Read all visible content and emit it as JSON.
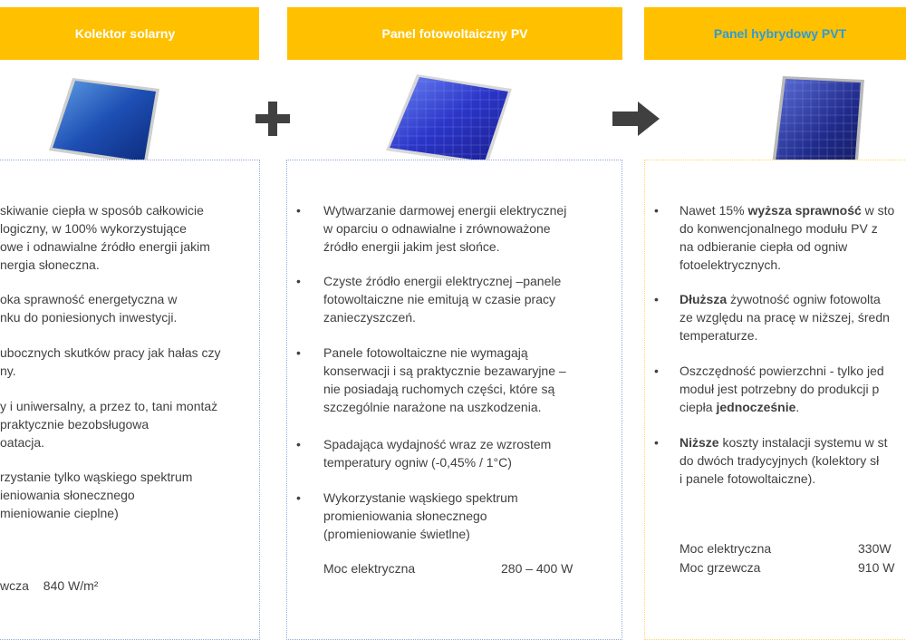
{
  "columns": [
    {
      "title": "Kolektor solarny",
      "items": [
        [
          "skiwanie ciepła w sposób całkowicie",
          "logiczny, w 100% wykorzystujące",
          "owe i odnawialne źródło energii jakim",
          "nergia słoneczna."
        ],
        [
          "oka sprawność energetyczna w",
          "nku do poniesionych inwestycji."
        ],
        [
          "ubocznych skutków pracy jak hałas czy",
          "ny."
        ],
        [
          "y i uniwersalny, a przez to, tani montaż",
          "praktycznie bezobsługowa",
          "oatacja."
        ],
        [
          "rzystanie tylko wąskiego spektrum",
          "ieniowania słonecznego",
          "mieniowanie cieplne)"
        ]
      ],
      "spec_label": "wcza",
      "spec_value": "840 W/m²"
    },
    {
      "title": "Panel fotowoltaiczny PV",
      "items": [
        [
          "Wytwarzanie darmowej energii elektrycznej",
          "w oparciu o odnawialne i zrównoważone",
          "źródło energii jakim jest słońce."
        ],
        [
          "Czyste źródło energii elektrycznej –panele",
          "fotowoltaiczne nie emitują w czasie pracy",
          "zanieczyszczeń."
        ],
        [
          "Panele fotowoltaiczne nie wymagają",
          "konserwacji i są praktycznie bezawaryjne –",
          "nie posiadają ruchomych części, które są",
          "szczególnie narażone na uszkodzenia."
        ],
        [
          "Spadająca wydajność wraz ze wzrostem",
          "temperatury ogniw (-0,45% / 1°C)"
        ],
        [
          "Wykorzystanie wąskiego spektrum",
          "promieniowania słonecznego",
          "(promieniowanie świetlne)"
        ]
      ],
      "spec_label": "Moc elektryczna",
      "spec_value": "280 – 400 W"
    },
    {
      "title": "Panel hybrydowy PVT",
      "items": [
        [
          [
            "Nawet 15% ",
            "wyższa sprawność",
            " w sto"
          ],
          "do konwencjonalnego modułu PV z",
          "na odbieranie ciepła od ogniw",
          "fotoelektrycznych."
        ],
        [
          [
            "",
            "Dłuższa",
            " żywotność ogniw fotowolta"
          ],
          "ze względu na pracę w niższej, średn",
          "temperaturze."
        ],
        [
          "Oszczędność powierzchni - tylko jed",
          "moduł jest potrzebny do produkcji p",
          [
            "ciepła ",
            "jednocześnie",
            "."
          ]
        ],
        [
          [
            "",
            "Niższe",
            " koszty instalacji systemu w st"
          ],
          "do dwóch tradycyjnych (kolektory sł",
          "i panele fotowoltaiczne)."
        ]
      ],
      "specs": [
        {
          "label": "Moc elektryczna",
          "value": "330W"
        },
        {
          "label": "Moc grzewcza",
          "value": "910 W"
        }
      ]
    }
  ],
  "bullet_char": "•",
  "colors": {
    "header": "#FFC000",
    "pvt_title": "#2E9BD6",
    "box_border": "#8FAADC",
    "operator": "#404040"
  },
  "icons": [
    "plus-icon",
    "arrow-right-icon"
  ]
}
